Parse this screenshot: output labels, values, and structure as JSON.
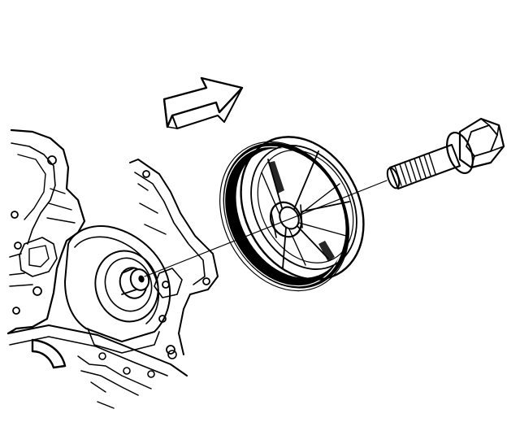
{
  "figure": {
    "kind": "exploded technical line illustration",
    "parts": [
      "engine-block",
      "crankshaft-snout",
      "front-cover",
      "balancer-pulley",
      "balancer-bolt"
    ],
    "indicator": "direction-arrow",
    "colors": {
      "ink": "#000000",
      "background": "#ffffff"
    }
  }
}
